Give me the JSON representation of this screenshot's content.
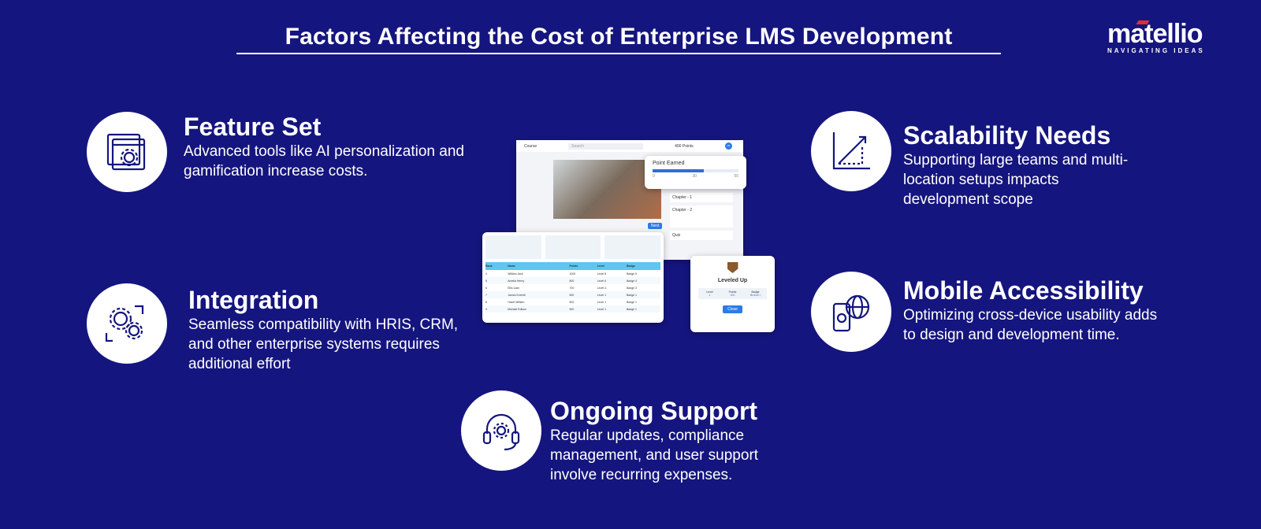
{
  "title": "Factors Affecting the Cost of Enterprise LMS Development",
  "logo": {
    "name": "matellio",
    "tagline": "NAVIGATING IDEAS",
    "accent_color": "#e32d2d"
  },
  "colors": {
    "background": "#15157f",
    "circle": "#ffffff",
    "ui_accent": "#2d7be5"
  },
  "factors": [
    {
      "heading": "Feature Set",
      "text": "Advanced tools like AI personalization and gamification increase costs.",
      "icon": "browser-gear-icon"
    },
    {
      "heading": "Integration",
      "text": "Seamless compatibility with HRIS, CRM, and other enterprise systems requires additional effort",
      "icon": "gears-sync-icon"
    },
    {
      "heading": "Scalability Needs",
      "text": "Supporting large teams and multi-location setups impacts development scope",
      "icon": "growth-chart-icon"
    },
    {
      "heading": "Mobile Accessibility",
      "text": "Optimizing cross-device usability adds to design and development time.",
      "icon": "mobile-globe-icon"
    },
    {
      "heading": "Ongoing Support",
      "text": "Regular updates, compliance management, and user support involve recurring expenses.",
      "icon": "headset-gear-icon"
    }
  ],
  "mockup": {
    "course_label": "Course",
    "search_placeholder": "Search",
    "points_label": "400 Points",
    "avatar": "AB",
    "point_card": {
      "title": "Point Earned",
      "min": "0",
      "value": "30",
      "max": "50",
      "progress": 0.6
    },
    "chapters": [
      "Chapter - 1",
      "Chapter - 2",
      "Quiz"
    ],
    "next_button": "Next",
    "leaderboard": {
      "headers": [
        "Rank",
        "Name",
        "Points",
        "Level",
        "Badge"
      ],
      "rows": [
        [
          "4",
          "William Jack",
          "1000",
          "Level 8",
          "Badge 5"
        ],
        [
          "5",
          "Amelia Henry",
          "800",
          "Level 6",
          "Badge 4"
        ],
        [
          "6",
          "Ellis Liam",
          "700",
          "Level 4",
          "Badge 3"
        ],
        [
          "7",
          "James Everett",
          "500",
          "Level 1",
          "Badge 1"
        ],
        [
          "8",
          "Hazel William",
          "500",
          "Level 1",
          "Badge 1"
        ],
        [
          "9",
          "Michael Edison",
          "500",
          "Level 1",
          "Badge 1"
        ]
      ]
    },
    "level_up": {
      "title": "Leveled Up",
      "level_label": "Level",
      "level": "1",
      "points_label": "Points",
      "points": "200",
      "badge_label": "Badge",
      "badge": "Bronze I",
      "close": "Close"
    }
  }
}
